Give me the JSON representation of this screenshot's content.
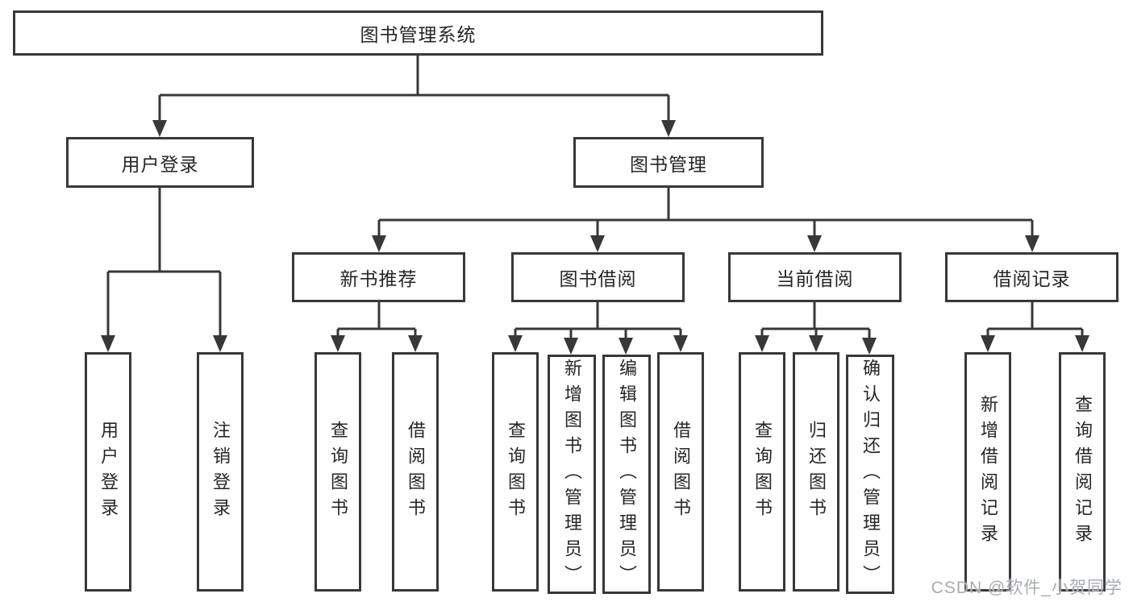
{
  "diagram_type": "tree-diagram",
  "tree": {
    "label": "图书管理系统",
    "children": [
      {
        "label": "用户登录",
        "children": [
          {
            "label": "用户登录"
          },
          {
            "label": "注销登录"
          }
        ]
      },
      {
        "label": "图书管理",
        "children": [
          {
            "label": "新书推荐",
            "children": [
              {
                "label": "查询图书"
              },
              {
                "label": "借阅图书"
              }
            ]
          },
          {
            "label": "图书借阅",
            "children": [
              {
                "label": "查询图书"
              },
              {
                "label": "新增图书（管理员）"
              },
              {
                "label": "编辑图书（管理员）"
              },
              {
                "label": "借阅图书"
              }
            ]
          },
          {
            "label": "当前借阅",
            "children": [
              {
                "label": "查询图书"
              },
              {
                "label": "归还图书"
              },
              {
                "label": "确认归还（管理员）"
              }
            ]
          },
          {
            "label": "借阅记录",
            "children": [
              {
                "label": "新增借阅记录"
              },
              {
                "label": "查询借阅记录"
              }
            ]
          }
        ]
      }
    ]
  },
  "watermark": {
    "text": "CSDN @软件_小贺同学"
  },
  "colors": {
    "line": "#383838",
    "box_border": "#383838",
    "text": "#262626",
    "watermark": "#a7abb3",
    "background": "#ffffff"
  }
}
